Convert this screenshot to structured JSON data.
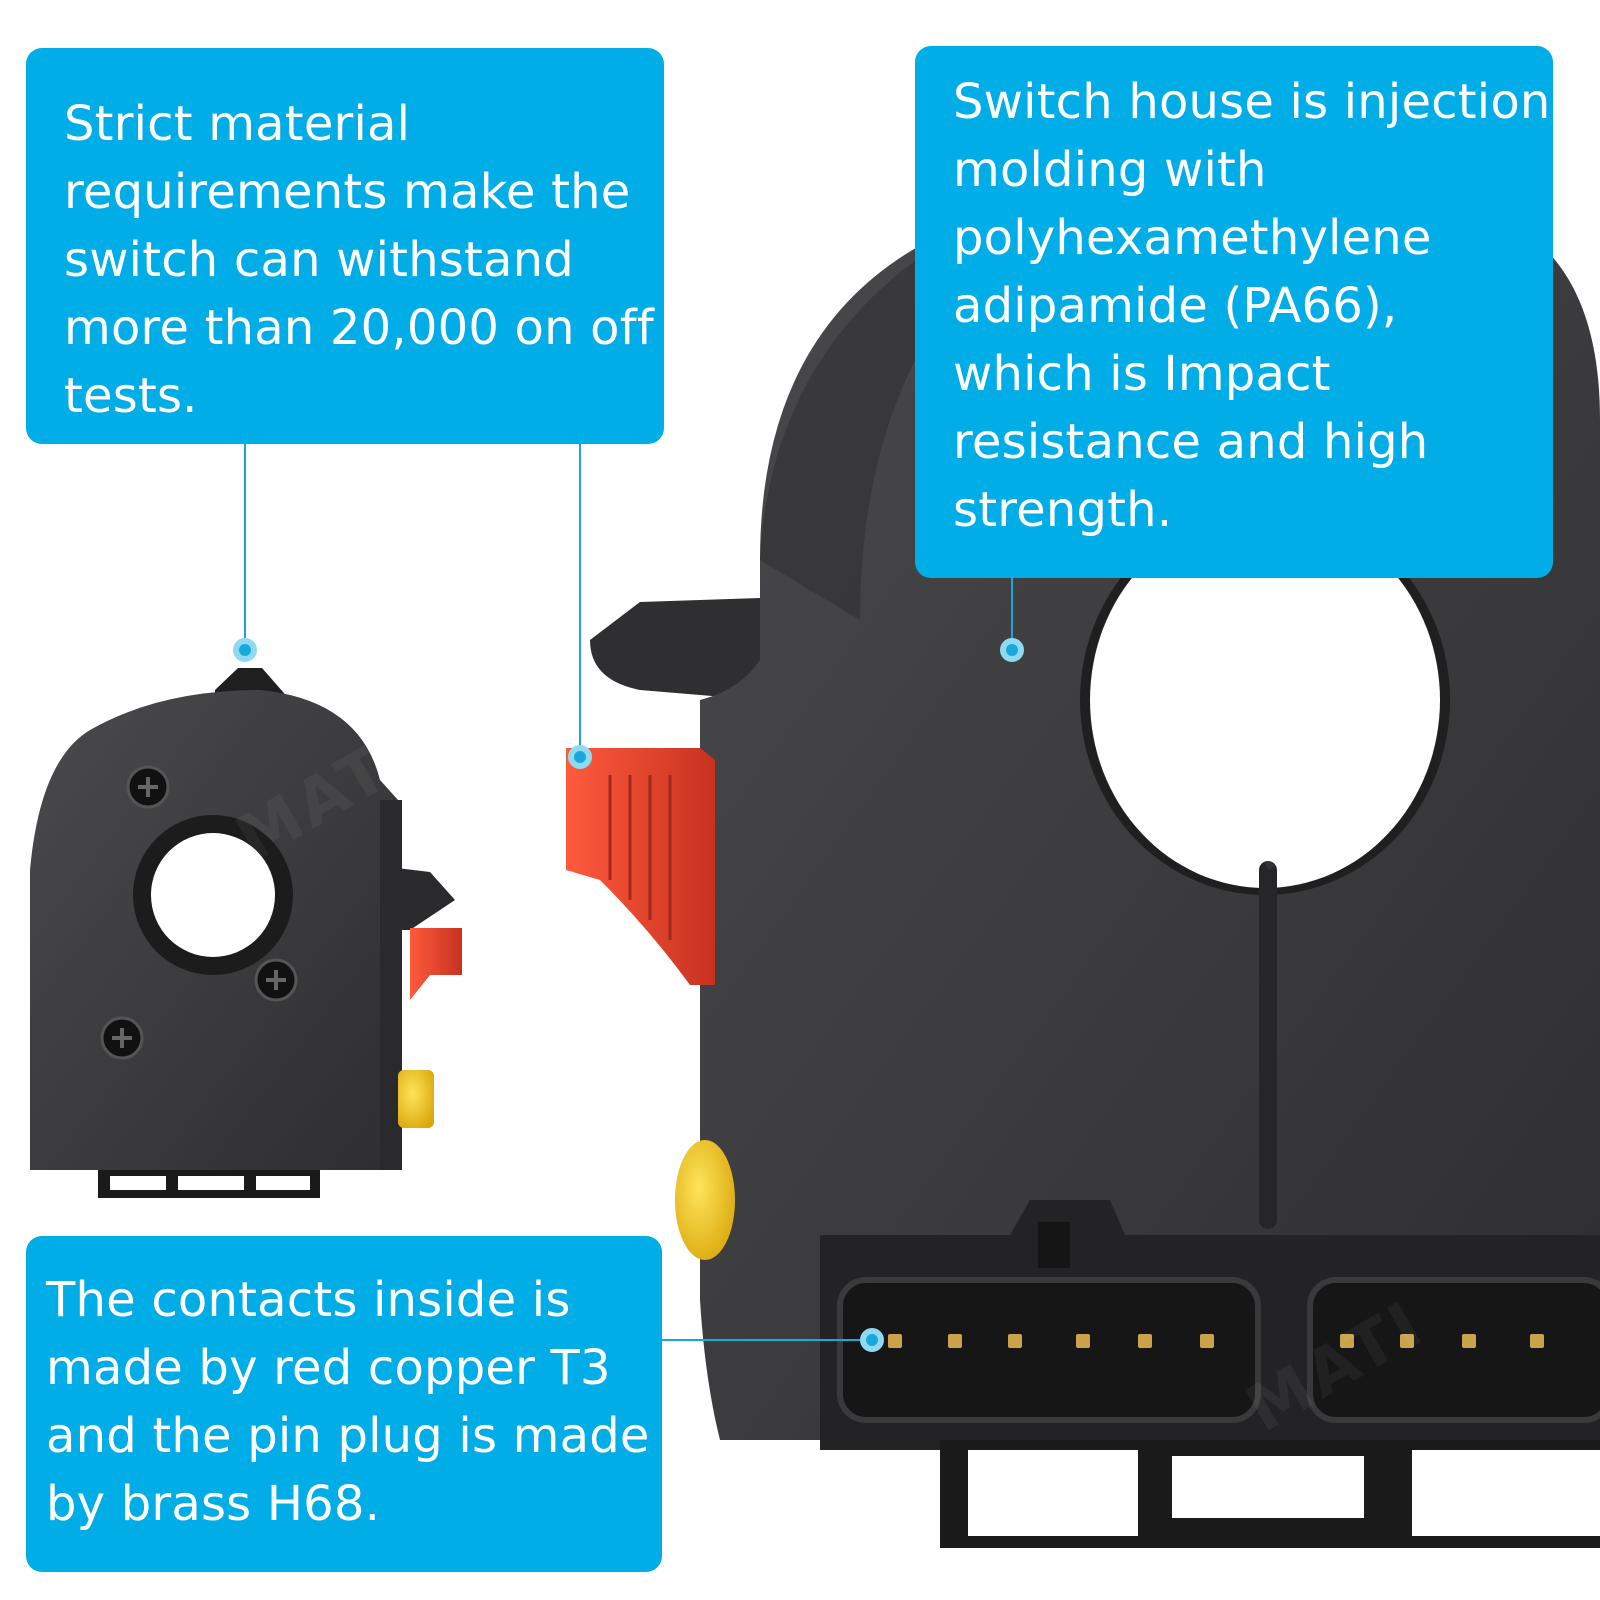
{
  "colors": {
    "callout": "#00ade6",
    "callout_text": "#ffffff",
    "housing": "#3a3a3c",
    "trigger": "#e8402a",
    "button": "#f2c81e",
    "pins": "#c9a24a",
    "leader": "#1aa7dc"
  },
  "callouts": {
    "top_left": "Strict material requirements make the switch can withstand more than 20,000 on off tests.",
    "top_right": "Switch house is injection molding with polyhexamethylene adipamide (PA66), which is Impact resistance and high strength.",
    "bottom_left": "The contacts inside is made by red copper T3 and the pin plug is made by brass H68."
  },
  "watermark": "MATI"
}
